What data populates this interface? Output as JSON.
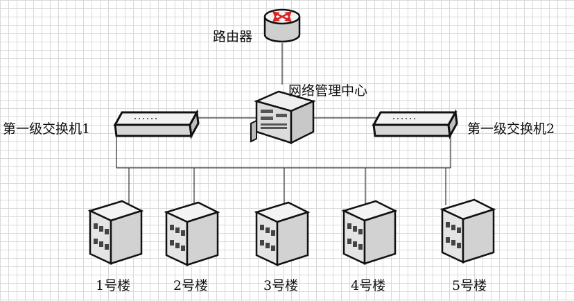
{
  "nodes": {
    "router": {
      "label": "路由器",
      "icon": "router-icon"
    },
    "center": {
      "label": "网络管理中心",
      "icon": "server-icon"
    },
    "switch1": {
      "label": "第一级交换机1",
      "icon": "switch-icon"
    },
    "switch2": {
      "label": "第一级交换机2",
      "icon": "switch-icon"
    },
    "buildings": [
      {
        "label": "1号楼",
        "icon": "building-icon"
      },
      {
        "label": "2号楼",
        "icon": "building-icon"
      },
      {
        "label": "3号楼",
        "icon": "building-icon"
      },
      {
        "label": "4号楼",
        "icon": "building-icon"
      },
      {
        "label": "5号楼",
        "icon": "building-icon"
      }
    ]
  },
  "colors": {
    "line": "#333333",
    "router_accent": "#e02020",
    "device_fill": "#e6e6e6",
    "building_fill": "#e9e9e9",
    "background_grid": "#d9d9d9"
  }
}
